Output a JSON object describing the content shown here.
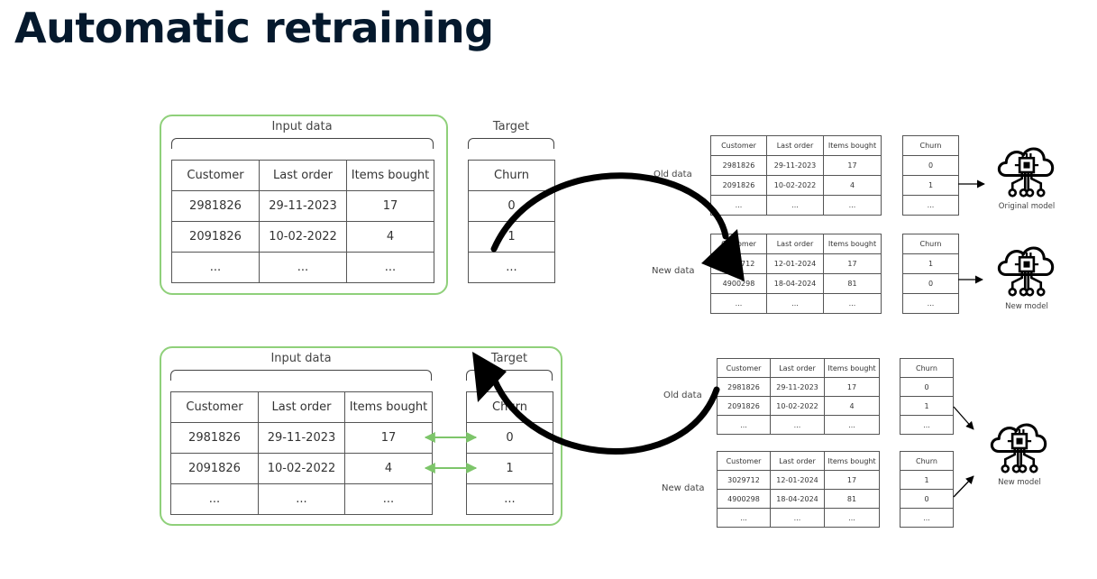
{
  "page": {
    "title": "Automatic retraining"
  },
  "labels": {
    "input_data": "Input data",
    "target": "Target",
    "old_data": "Old data",
    "new_data": "New data",
    "original_model": "Original model",
    "new_model": "New model"
  },
  "table": {
    "headers": [
      "Customer",
      "Last order",
      "Items bought"
    ],
    "target_header": "Churn",
    "rows": [
      [
        "2981826",
        "29-11-2023",
        "17"
      ],
      [
        "2091826",
        "10-02-2022",
        "4"
      ],
      [
        "...",
        "...",
        "..."
      ]
    ],
    "target": [
      "0",
      "1",
      "..."
    ]
  },
  "new_table": {
    "rows": [
      [
        "3029712",
        "12-01-2024",
        "17"
      ],
      [
        "4900298",
        "18-04-2024",
        "81"
      ],
      [
        "...",
        "...",
        "..."
      ]
    ],
    "target": [
      "1",
      "0",
      "..."
    ]
  },
  "colors": {
    "accent_green": "#8fd07a",
    "title": "#05192d",
    "arrow": "#000000"
  },
  "icons": [
    "cloud-chip-model-icon"
  ]
}
